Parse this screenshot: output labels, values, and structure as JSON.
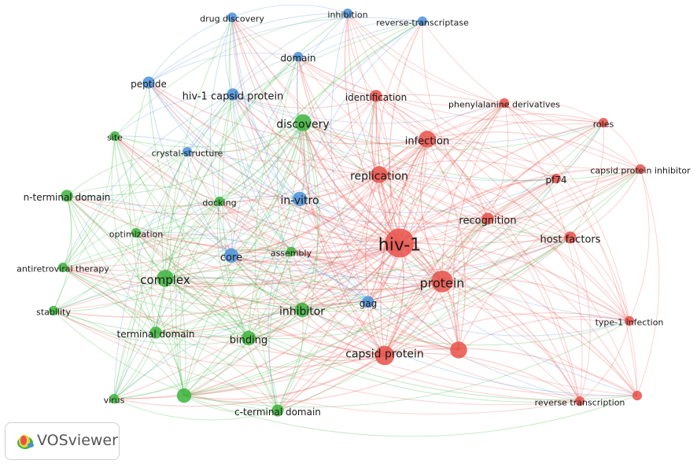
{
  "colors": {
    "red": "#e8514a",
    "green": "#3cb43c",
    "blue": "#4a90d9"
  },
  "brand": {
    "name": "VOSviewer"
  },
  "network": {
    "nodes": [
      {
        "id": "hiv1",
        "label": "hiv-1",
        "cluster": "red",
        "weight": 10
      },
      {
        "id": "protein",
        "label": "protein",
        "cluster": "red",
        "weight": 7
      },
      {
        "id": "capsid",
        "label": "capsid protein",
        "cluster": "red",
        "weight": 6
      },
      {
        "id": "replication",
        "label": "replication",
        "cluster": "red",
        "weight": 5
      },
      {
        "id": "infection",
        "label": "infection",
        "cluster": "red",
        "weight": 5
      },
      {
        "id": "unlabeled_red",
        "label": "",
        "cluster": "red",
        "weight": 5
      },
      {
        "id": "identification",
        "label": "identification",
        "cluster": "red",
        "weight": 3
      },
      {
        "id": "phenyl",
        "label": "phenylalanine derivatives",
        "cluster": "red",
        "weight": 2
      },
      {
        "id": "roles",
        "label": "roles",
        "cluster": "red",
        "weight": 2
      },
      {
        "id": "cpi",
        "label": "capsid protein inhibitor",
        "cluster": "red",
        "weight": 2
      },
      {
        "id": "pf74",
        "label": "pf74",
        "cluster": "red",
        "weight": 2
      },
      {
        "id": "recognition",
        "label": "recognition",
        "cluster": "red",
        "weight": 3
      },
      {
        "id": "hostfactors",
        "label": "host factors",
        "cluster": "red",
        "weight": 3
      },
      {
        "id": "type1",
        "label": "type-1 infection",
        "cluster": "red",
        "weight": 2
      },
      {
        "id": "revtrans",
        "label": "reverse transcription",
        "cluster": "red",
        "weight": 2
      },
      {
        "id": "unlabeled_red2",
        "label": "",
        "cluster": "red",
        "weight": 2
      },
      {
        "id": "discovery",
        "label": "discovery",
        "cluster": "green",
        "weight": 5
      },
      {
        "id": "complex",
        "label": "complex",
        "cluster": "green",
        "weight": 5
      },
      {
        "id": "inhibitor",
        "label": "inhibitor",
        "cluster": "green",
        "weight": 4
      },
      {
        "id": "binding",
        "label": "binding",
        "cluster": "green",
        "weight": 4
      },
      {
        "id": "terminal",
        "label": "terminal domain",
        "cluster": "green",
        "weight": 3
      },
      {
        "id": "cterminal",
        "label": "c-terminal domain",
        "cluster": "green",
        "weight": 3
      },
      {
        "id": "nterminal",
        "label": "n-terminal domain",
        "cluster": "green",
        "weight": 3
      },
      {
        "id": "site",
        "label": "site",
        "cluster": "green",
        "weight": 2
      },
      {
        "id": "optimization",
        "label": "optimization",
        "cluster": "green",
        "weight": 2
      },
      {
        "id": "antiretro",
        "label": "antiretroviral therapy",
        "cluster": "green",
        "weight": 2
      },
      {
        "id": "stability",
        "label": "stability",
        "cluster": "green",
        "weight": 2
      },
      {
        "id": "virus",
        "label": "virus",
        "cluster": "green",
        "weight": 2
      },
      {
        "id": "unlabeled_green",
        "label": "",
        "cluster": "green",
        "weight": 4
      },
      {
        "id": "docking",
        "label": "docking",
        "cluster": "green",
        "weight": 2
      },
      {
        "id": "assembly",
        "label": "assembly",
        "cluster": "green",
        "weight": 2
      },
      {
        "id": "invitro",
        "label": "in-vitro",
        "cluster": "blue",
        "weight": 4
      },
      {
        "id": "core",
        "label": "core",
        "cluster": "blue",
        "weight": 4
      },
      {
        "id": "gag",
        "label": "gag",
        "cluster": "blue",
        "weight": 3
      },
      {
        "id": "hivcapsid",
        "label": "hiv-1 capsid protein",
        "cluster": "blue",
        "weight": 3
      },
      {
        "id": "peptide",
        "label": "peptide",
        "cluster": "blue",
        "weight": 3
      },
      {
        "id": "crystal",
        "label": "crystal-structure",
        "cluster": "blue",
        "weight": 2
      },
      {
        "id": "domain",
        "label": "domain",
        "cluster": "blue",
        "weight": 2
      },
      {
        "id": "drug",
        "label": "drug discovery",
        "cluster": "blue",
        "weight": 2
      },
      {
        "id": "inhibition",
        "label": "inhibition",
        "cluster": "blue",
        "weight": 2
      },
      {
        "id": "revtranscriptase",
        "label": "reverse-transcriptase",
        "cluster": "blue",
        "weight": 2
      }
    ]
  }
}
